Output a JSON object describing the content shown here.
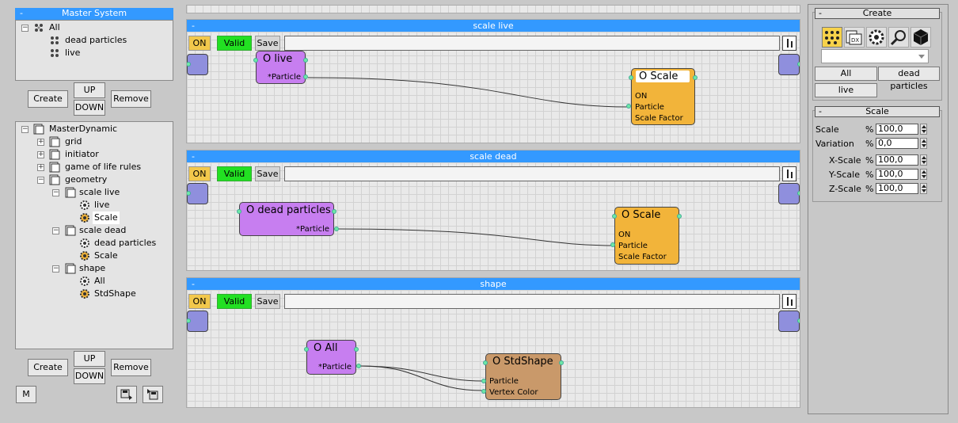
{
  "master_system": {
    "title": "Master System",
    "collapse": "-",
    "items": [
      "All",
      "dead particles",
      "live"
    ]
  },
  "system_buttons": {
    "create": "Create",
    "up": "UP",
    "down": "DOWN",
    "remove": "Remove"
  },
  "dynamic_tree": {
    "root": "MasterDynamic",
    "nodes": [
      "grid",
      "initiator",
      "game of life rules",
      "geometry",
      "scale live",
      "live",
      "Scale",
      "scale dead",
      "dead particles",
      "Scale",
      "shape",
      "All",
      "StdShape"
    ]
  },
  "dynamic_buttons": {
    "create": "Create",
    "up": "UP",
    "down": "DOWN",
    "remove": "Remove",
    "m": "M"
  },
  "toolbar": {
    "on": "ON",
    "valid": "Valid",
    "save": "Save"
  },
  "panels": [
    {
      "title": "scale live",
      "source": {
        "name": "O live",
        "port": "*Particle"
      },
      "op": {
        "name": "O Scale",
        "ports": [
          "ON",
          "Particle",
          "Scale Factor"
        ]
      }
    },
    {
      "title": "scale dead",
      "source": {
        "name": "O dead particles",
        "port": "*Particle"
      },
      "op": {
        "name": "O Scale",
        "ports": [
          "ON",
          "Particle",
          "Scale Factor"
        ]
      }
    },
    {
      "title": "shape",
      "source": {
        "name": "O All",
        "port": "*Particle"
      },
      "op": {
        "name": "O StdShape",
        "ports": [
          "Particle",
          "Vertex Color"
        ]
      }
    }
  ],
  "create_panel": {
    "title": "Create",
    "collapse": "-",
    "icons": [
      "particle-icon",
      "dx-icon",
      "gear-icon",
      "search-icon",
      "cube-icon"
    ],
    "dropdown_value": "",
    "groups": [
      "All",
      "dead particles",
      "live"
    ]
  },
  "scale_panel": {
    "title": "Scale",
    "collapse": "-",
    "scale_label": "Scale",
    "variation_label": "Variation",
    "unit": "%",
    "scale": "100,0",
    "variation": "0,0",
    "x_label": "X-Scale",
    "y_label": "Y-Scale",
    "z_label": "Z-Scale",
    "x": "100,0",
    "y": "100,0",
    "z": "100,0"
  },
  "colors": {
    "accent": "#3399ff",
    "valid": "#22e022",
    "on": "#f2c84c",
    "node_source": "#c77ef0",
    "node_scale": "#f2b43a",
    "node_shape": "#c9996a",
    "port": "#8f8fdd"
  }
}
